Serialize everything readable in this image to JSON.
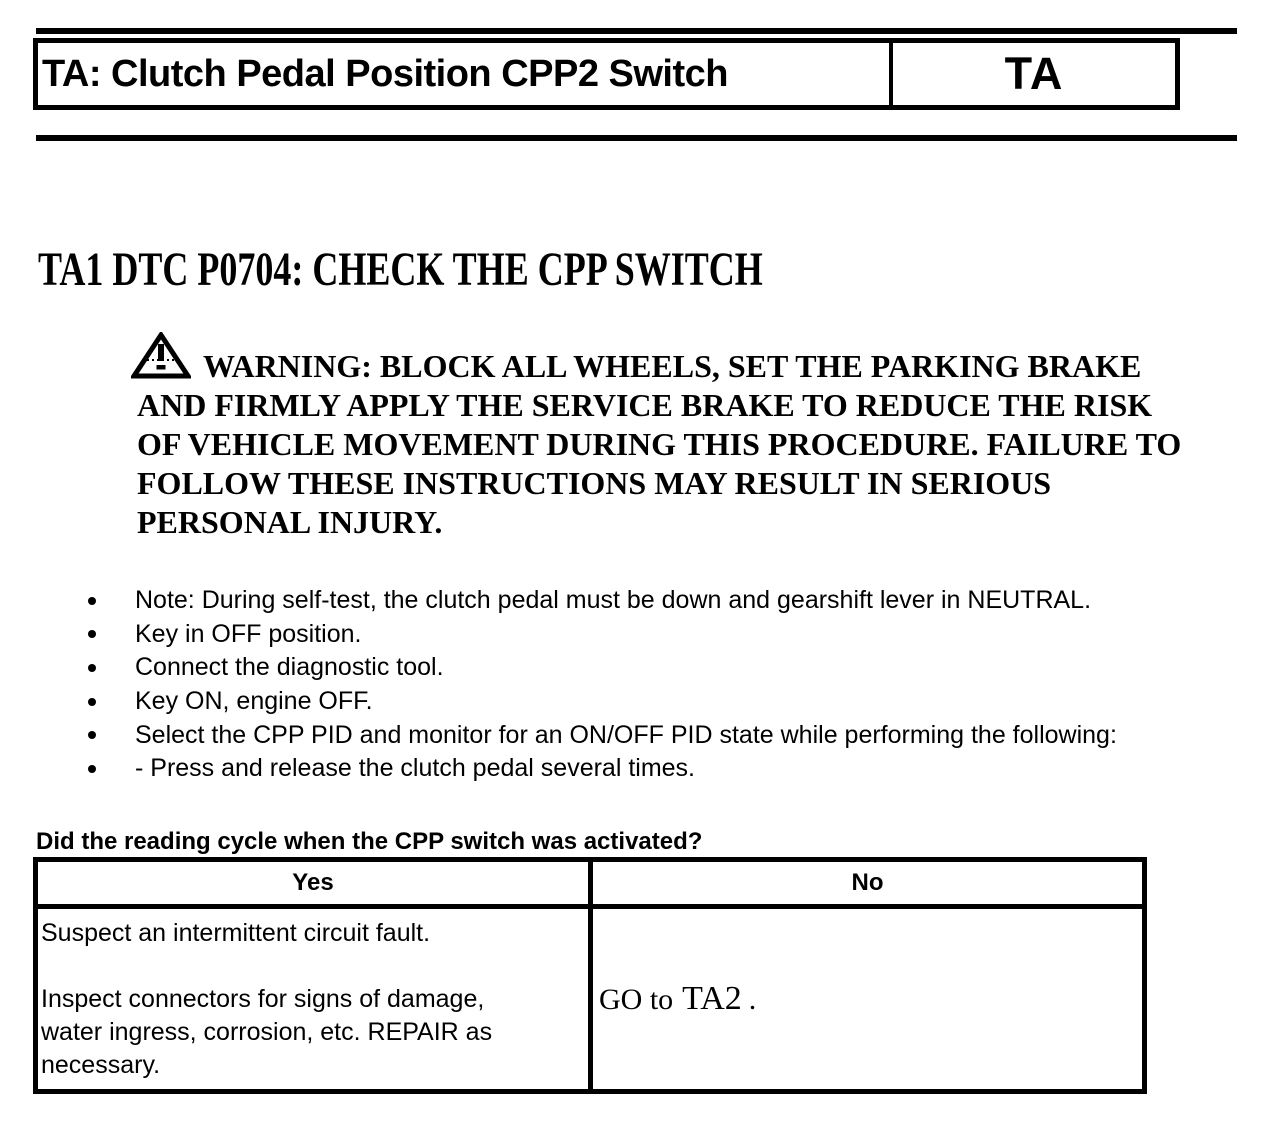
{
  "header": {
    "title": "TA: Clutch Pedal Position CPP2 Switch",
    "code": "TA"
  },
  "section": {
    "heading": "TA1 DTC P0704: CHECK THE CPP SWITCH"
  },
  "warning": {
    "icon": "warning-triangle-icon",
    "lines": [
      "WARNING: BLOCK ALL WHEELS, SET THE PARKING BRAKE",
      "AND FIRMLY APPLY THE SERVICE BRAKE TO REDUCE THE RISK",
      "OF VEHICLE MOVEMENT DURING THIS PROCEDURE. FAILURE TO",
      "FOLLOW THESE INSTRUCTIONS MAY RESULT IN SERIOUS",
      "PERSONAL INJURY."
    ]
  },
  "steps": [
    "Note: During self-test, the clutch pedal must be down and gearshift lever in NEUTRAL.",
    "Key in OFF position.",
    "Connect the diagnostic tool.",
    "Key ON, engine OFF.",
    "Select the CPP PID and monitor for an ON/OFF PID state while performing the following:",
    "- Press and release the clutch pedal several times."
  ],
  "question": "Did the reading cycle when the CPP switch was activated?",
  "results_table": {
    "headers": [
      "Yes",
      "No"
    ],
    "yes_result": {
      "paragraphs": [
        "Suspect an intermittent circuit fault.",
        "Inspect connectors for signs of damage, water ingress, corrosion, etc. REPAIR as necessary."
      ]
    },
    "no_result": {
      "prefix": "GO to",
      "link": "TA2",
      "suffix": "."
    }
  },
  "colors": {
    "ink": "#000000",
    "paper": "#ffffff"
  }
}
